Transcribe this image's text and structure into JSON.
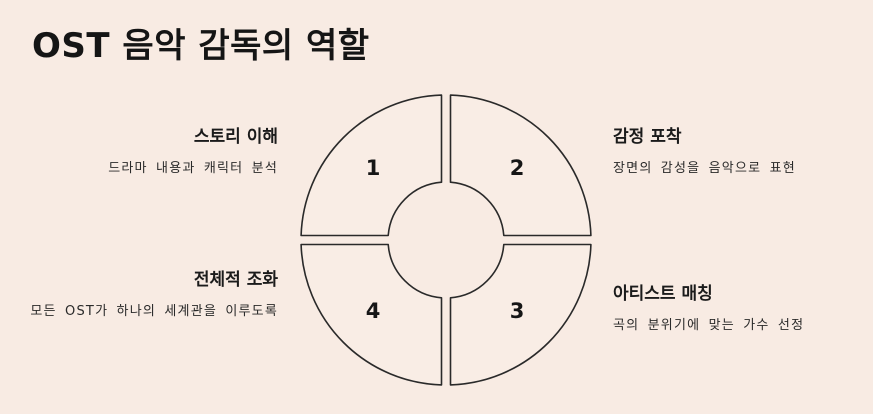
{
  "title": "OST 음악 감독의 역할",
  "colors": {
    "background": "#F8EBE3",
    "segment_fill": "#F9EDE5",
    "stroke": "#2a2a2a",
    "text": "#1b1b1b"
  },
  "wheel": {
    "segments": [
      {
        "number": "1",
        "position": "top-left"
      },
      {
        "number": "2",
        "position": "top-right"
      },
      {
        "number": "3",
        "position": "bottom-right"
      },
      {
        "number": "4",
        "position": "bottom-left"
      }
    ]
  },
  "items": [
    {
      "number": "1",
      "title": "스토리 이해",
      "description": "드라마 내용과 캐릭터 분석"
    },
    {
      "number": "2",
      "title": "감정 포착",
      "description": "장면의 감성을 음악으로 표현"
    },
    {
      "number": "3",
      "title": "아티스트 매칭",
      "description": "곡의 분위기에 맞는 가수 선정"
    },
    {
      "number": "4",
      "title": "전체적 조화",
      "description": "모든 OST가 하나의 세계관을 이루도록"
    }
  ]
}
